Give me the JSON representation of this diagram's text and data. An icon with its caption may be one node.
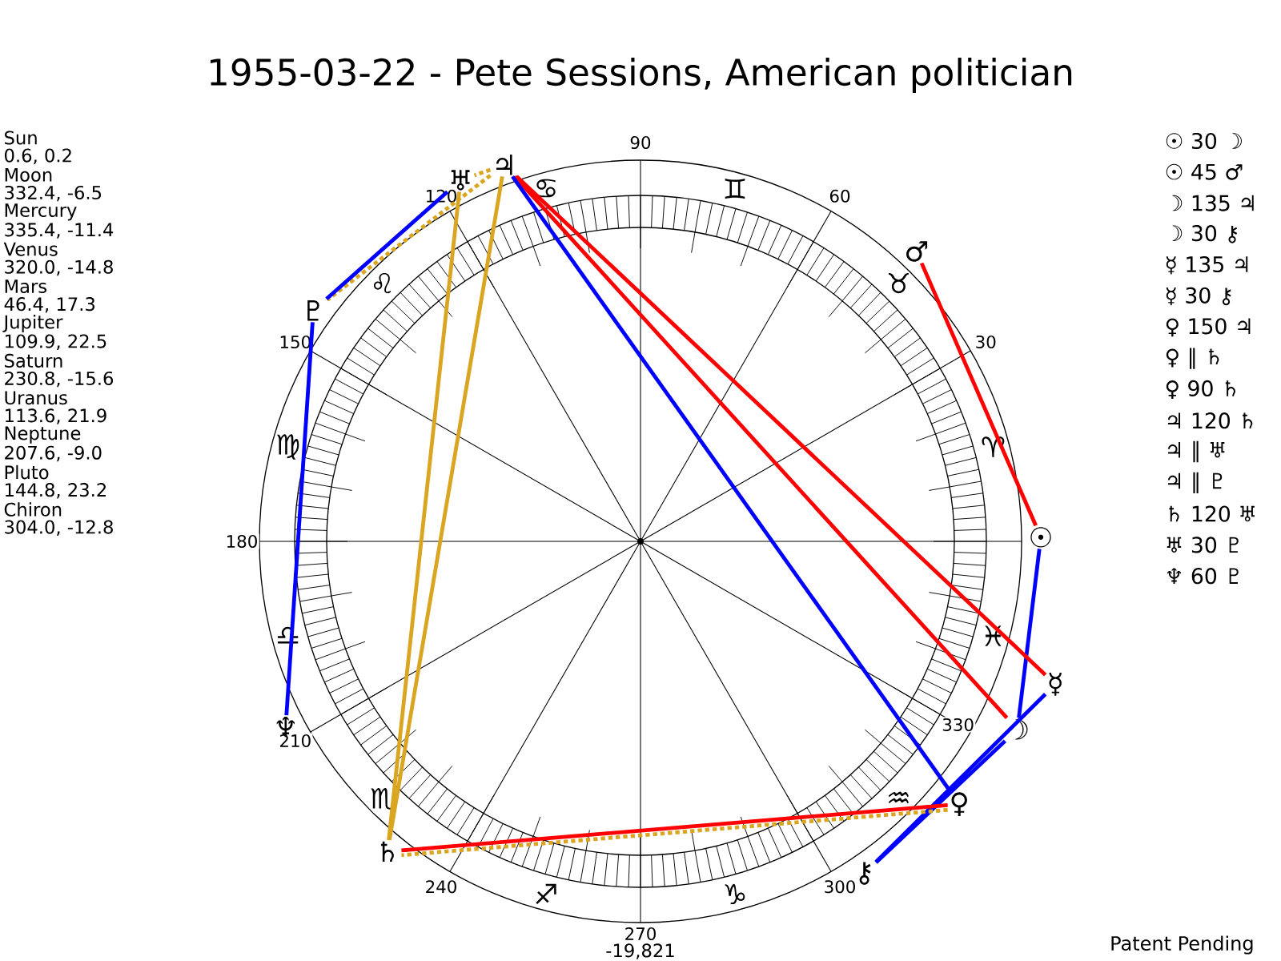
{
  "diagram": {
    "title": "1955-03-22 - Pete Sessions, American politician",
    "nodes": [
      {
        "text": [
          "☉"
        ]
      },
      {
        "text": [
          "☽"
        ]
      },
      {
        "text": [
          "☿"
        ]
      },
      {
        "text": [
          "♀"
        ]
      },
      {
        "text": [
          "♂"
        ]
      },
      {
        "text": [
          "♃"
        ]
      },
      {
        "text": [
          "♄"
        ]
      },
      {
        "text": [
          "♅"
        ]
      },
      {
        "text": [
          "♆"
        ]
      },
      {
        "text": [
          "♇"
        ]
      },
      {
        "text": [
          "⚷"
        ]
      }
    ],
    "edges": [
      {
        "from": 0,
        "to": 1,
        "arrow": "none",
        "color": "#0000ff"
      },
      {
        "from": 0,
        "to": 4,
        "arrow": "none",
        "color": "#ff0000"
      },
      {
        "from": 1,
        "to": 5,
        "arrow": "none",
        "color": "#ff0000"
      },
      {
        "from": 1,
        "to": 10,
        "arrow": "none",
        "color": "#0000ff"
      },
      {
        "from": 2,
        "to": 5,
        "arrow": "none",
        "color": "#ff0000"
      },
      {
        "from": 2,
        "to": 10,
        "arrow": "none",
        "color": "#0000ff"
      },
      {
        "from": 3,
        "to": 5,
        "arrow": "none",
        "color": "#0000ff"
      },
      {
        "from": 3,
        "to": 6,
        "arrow": "none",
        "color": "#ff0000"
      },
      {
        "from": 3,
        "to": 6,
        "arrow": "none",
        "color": "#daa520",
        "style": "dashed"
      },
      {
        "from": 5,
        "to": 6,
        "arrow": "none",
        "color": "#daa520"
      },
      {
        "from": 5,
        "to": 7,
        "arrow": "none",
        "color": "#daa520",
        "style": "dashed"
      },
      {
        "from": 5,
        "to": 9,
        "arrow": "none",
        "color": "#daa520",
        "style": "dashed"
      },
      {
        "from": 6,
        "to": 7,
        "arrow": "none",
        "color": "#daa520"
      },
      {
        "from": 7,
        "to": 9,
        "arrow": "none",
        "color": "#0000ff"
      },
      {
        "from": 8,
        "to": 9,
        "arrow": "none",
        "color": "#0000ff"
      }
    ],
    "labels": [
      "Sun",
      "0.6, 0.2",
      "Moon",
      "332.4, -6.5",
      "Mercury",
      "335.4, -11.4",
      "Venus",
      "320.0, -14.8",
      "Mars",
      "46.4, 17.3",
      "Jupiter",
      "109.9, 22.5",
      "Saturn",
      "230.8, -15.6",
      "Uranus",
      "113.6, 21.9",
      "Neptune",
      "207.6, -9.0",
      "Pluto",
      "144.8, 23.2",
      "Chiron",
      "304.0, -12.8",
      "☉ 30 ☽",
      "☉ 45 ♂",
      "☽ 135 ♃",
      "☽ 30 ⚷",
      "☿ 135 ♃",
      "☿ 30 ⚷",
      "♀ 150 ♃",
      "♀ ∥ ♄",
      "♀ 90 ♄",
      "♃ 120 ♄",
      "♃ ∥ ♅",
      "♃ ∥ ♇",
      "♄ 120 ♅",
      "♅ 30 ♇",
      "♆ 60 ♇",
      "30",
      "60",
      "90",
      "120",
      "150",
      "180",
      "210",
      "240",
      "270",
      "300",
      "330",
      "♈",
      "♉",
      "♊",
      "♋",
      "♌",
      "♍",
      "♎",
      "♏",
      "♐",
      "♑",
      "♒",
      "♓",
      "-19,821",
      "Patent Pending"
    ]
  }
}
